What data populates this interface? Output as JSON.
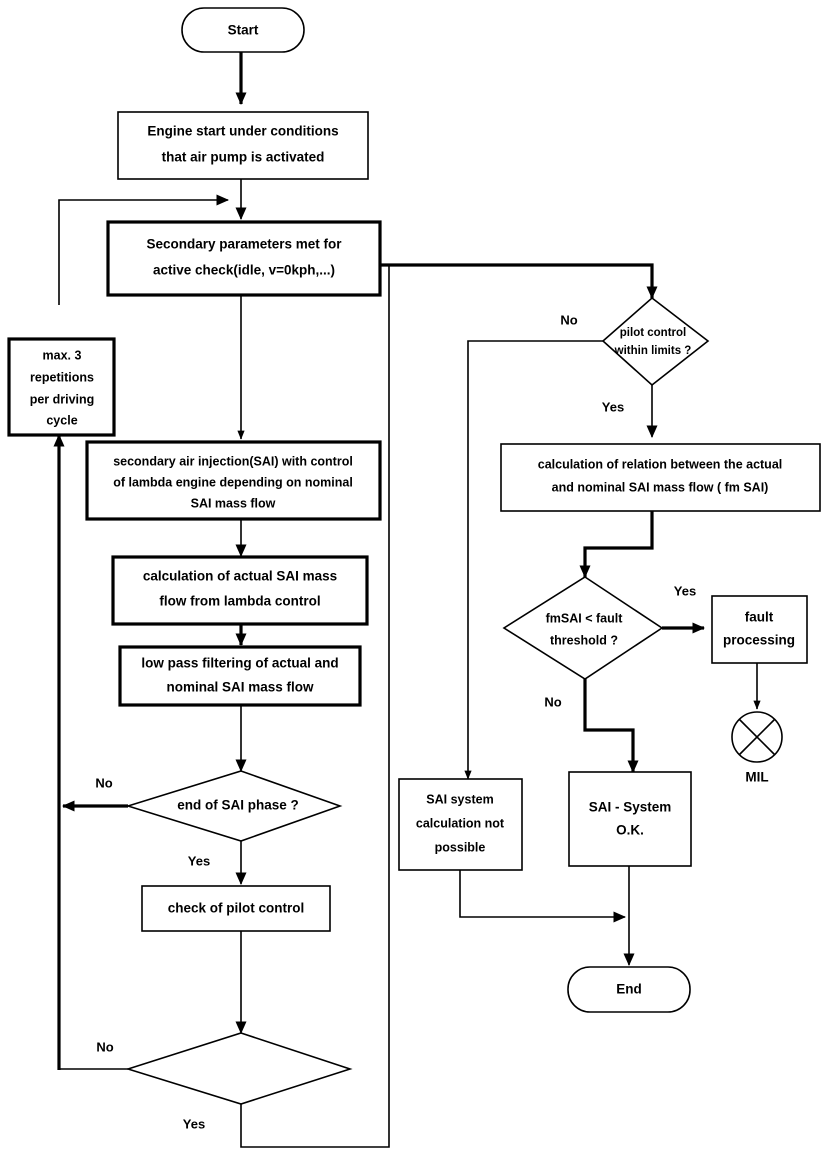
{
  "diagram": {
    "title": "Secondary Air Injection (SAI) diagnostic flowchart",
    "colors": {
      "stroke": "#000000",
      "fill": "#ffffff",
      "background": "#ffffff"
    },
    "nodes": {
      "start": {
        "type": "terminator",
        "label": "Start"
      },
      "engine_start": {
        "type": "process",
        "line1": "Engine start under conditions",
        "line2": "that air pump is activated"
      },
      "secondary_params": {
        "type": "process",
        "line1": "Secondary parameters met for",
        "line2": "active check(idle, v=0kph,...)"
      },
      "max_repetitions": {
        "type": "process",
        "line1": "max. 3",
        "line2": "repetitions",
        "line3": "per driving",
        "line4": "cycle"
      },
      "sai_control": {
        "type": "process",
        "line1": "secondary air injection(SAI) with control",
        "line2": "of lambda engine depending on nominal",
        "line3": "SAI mass flow"
      },
      "calc_actual": {
        "type": "process",
        "line1": "calculation of actual SAI mass",
        "line2": "flow from lambda control"
      },
      "low_pass": {
        "type": "process",
        "line1": "low pass filtering of actual and",
        "line2": "nominal SAI mass flow"
      },
      "end_sai_phase": {
        "type": "decision",
        "label": "end of SAI phase ?"
      },
      "check_pilot": {
        "type": "process",
        "label": "check of pilot control"
      },
      "bottom_decision": {
        "type": "decision",
        "label": ""
      },
      "pilot_within_limits": {
        "type": "decision",
        "line1": "pilot control",
        "line2": "within limits ?"
      },
      "calc_relation": {
        "type": "process",
        "line1": "calculation of relation between the actual",
        "line2": "and nominal SAI mass flow ( fm SAI)"
      },
      "fmsai_threshold": {
        "type": "decision",
        "line1": "fmSAI < fault",
        "line2": "threshold ?"
      },
      "fault_processing": {
        "type": "process",
        "line1": "fault",
        "line2": "processing"
      },
      "mil": {
        "type": "connector",
        "label": "MIL"
      },
      "sai_not_possible": {
        "type": "process",
        "line1": "SAI system",
        "line2": "calculation not",
        "line3": "possible"
      },
      "sai_ok": {
        "type": "process",
        "line1": "SAI - System",
        "line2": "O.K."
      },
      "end": {
        "type": "terminator",
        "label": "End"
      }
    },
    "edge_labels": {
      "end_sai_no": "No",
      "end_sai_yes": "Yes",
      "bottom_no": "No",
      "bottom_yes": "Yes",
      "pilot_no": "No",
      "pilot_yes": "Yes",
      "fmsai_yes": "Yes",
      "fmsai_no": "No"
    }
  }
}
